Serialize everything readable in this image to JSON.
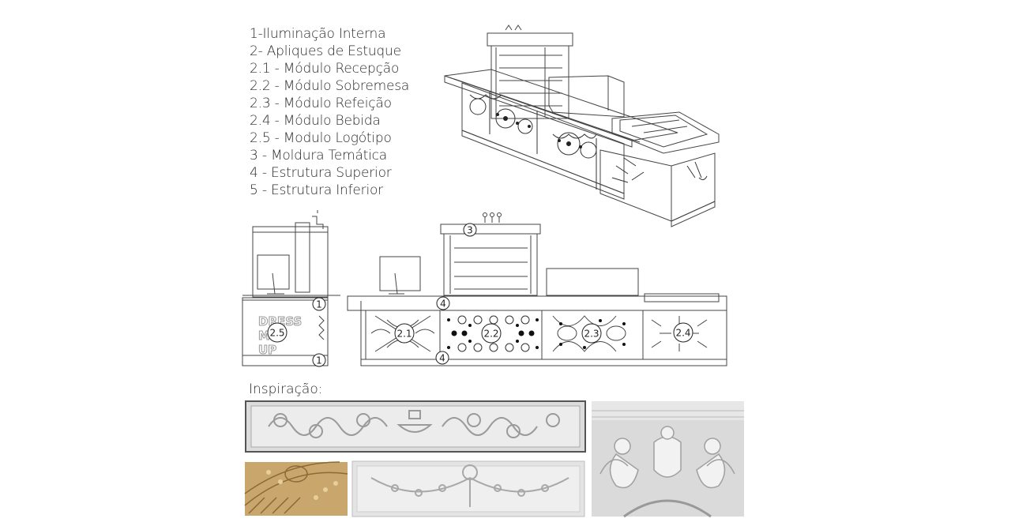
{
  "legend": {
    "items": [
      "1-Iluminação Interna",
      "2- Apliques de Estuque",
      "2.1 - Módulo Recepção",
      "2.2 - Módulo Sobremesa",
      "2.3 - Módulo Refeição",
      "2.4 - Módulo Bebida",
      "2.5 - Modulo Logótipo",
      "3 - Moldura Temática",
      "4 - Estrutura Superior",
      "5 - Estrutura Inferior"
    ]
  },
  "callouts": {
    "side_top": "1",
    "side_bottom": "1",
    "side_logo": "2.5",
    "front_top_frame": "3",
    "front_top": "4",
    "front_bottom": "4",
    "m21": "2.1",
    "m22": "2.2",
    "m23": "2.3",
    "m24": "2.4"
  },
  "logo_text": [
    "DRESS",
    "ME",
    "UP"
  ],
  "inspiration": {
    "heading": "Inspiração:"
  },
  "colors": {
    "line": "#444444",
    "plaster": "#e9e9e9",
    "gold": "#c9a66b"
  }
}
